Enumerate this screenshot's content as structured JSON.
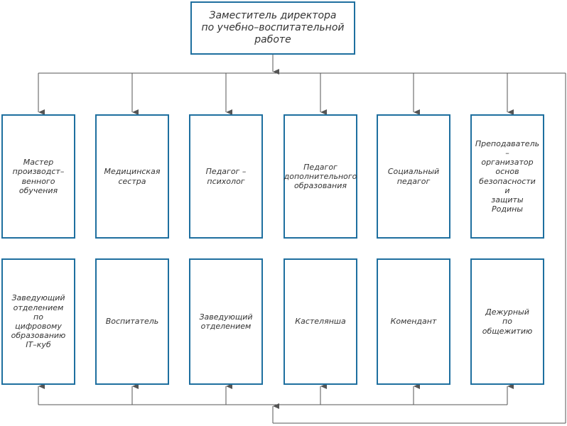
{
  "top": "Заместитель директора\nпо учебно–воспитательной\nработе",
  "row1": [
    "Мастер\nпроизводст–\nвенного\nобучения",
    "Медицинская\nсестра",
    "Педагог –\nпсихолог",
    "Педагог\nдополнительного\nобразования",
    "Социальный\nпедагог",
    "Преподаватель –\nорганизатор\nоснов\nбезопасности\nи\nзащиты\nРодины"
  ],
  "row2": [
    "Заведующий\nотделением\nпо\nцифровому\nобразованию\nIT–куб",
    "Воспитатель",
    "Заведующий\nотделением",
    "Кастелянша",
    "Комендант",
    "Дежурный\nпо\nобщежитию"
  ],
  "colors": {
    "border": "#1e6f9f",
    "line": "#555555",
    "text": "#333333"
  }
}
